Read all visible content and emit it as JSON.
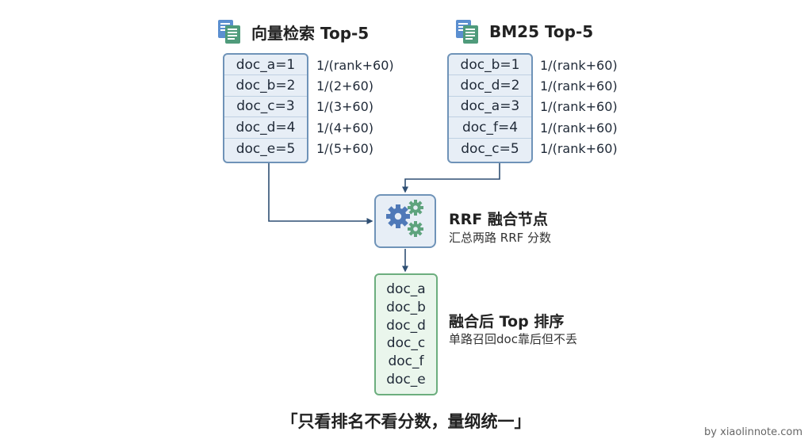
{
  "vector": {
    "title": "向量检索 Top-5",
    "icon": "document-stack-icon",
    "rows": [
      "doc_a=1",
      "doc_b=2",
      "doc_c=3",
      "doc_d=4",
      "doc_e=5"
    ],
    "formulas": [
      "1/(rank+60)",
      "1/(2+60)",
      "1/(3+60)",
      "1/(4+60)",
      "1/(5+60)"
    ]
  },
  "bm25": {
    "title": "BM25 Top-5",
    "icon": "document-stack-icon",
    "rows": [
      "doc_b=1",
      "doc_d=2",
      "doc_a=3",
      "doc_f=4",
      "doc_c=5"
    ],
    "formulas": [
      "1/(rank+60)",
      "1/(rank+60)",
      "1/(rank+60)",
      "1/(rank+60)",
      "1/(rank+60)"
    ]
  },
  "fusion": {
    "icon": "gears-icon",
    "title": "RRF 融合节点",
    "subtitle": "汇总两路 RRF 分数"
  },
  "result": {
    "items": [
      "doc_a",
      "doc_b",
      "doc_d",
      "doc_c",
      "doc_f",
      "doc_e"
    ],
    "title": "融合后 Top 排序",
    "subtitle": "单路召回doc靠后但不丢"
  },
  "summary": "「只看排名不看分数，量纲统一」",
  "watermark": "by xiaolinnote.com",
  "colors": {
    "box_fill": "#e7eef6",
    "box_border": "#6f93b8",
    "result_fill": "#eaf6ec",
    "result_border": "#6cae7e",
    "arrow": "#2f4f73",
    "gear_blue": "#4f79b8",
    "gear_green": "#5ea37d"
  }
}
